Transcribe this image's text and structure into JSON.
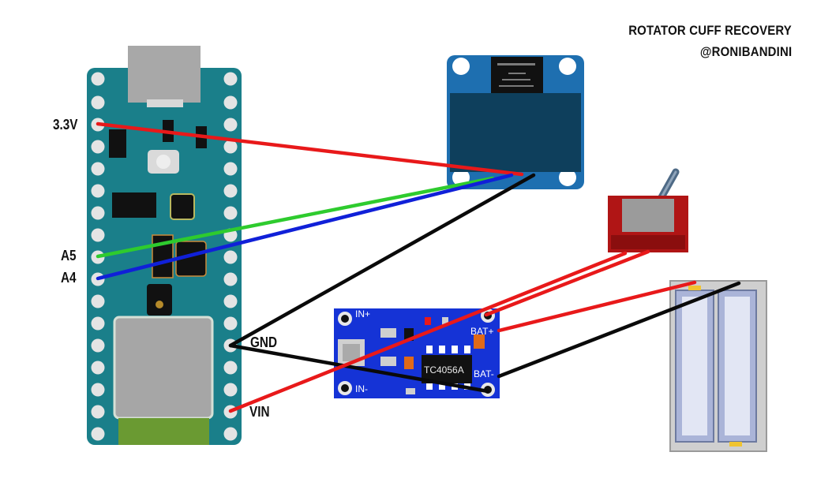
{
  "header": {
    "title_line1": "ROTATOR CUFF RECOVERY",
    "title_line2": "@RONIBANDINI"
  },
  "arduino": {
    "pins": {
      "v33": "3.3V",
      "a5": "A5",
      "a4": "A4",
      "gnd": "GND",
      "vin": "VIN"
    }
  },
  "charger": {
    "chip_label": "TC4056A",
    "in_plus": "IN+",
    "in_minus": "IN-",
    "bat_plus": "BAT+",
    "bat_minus": "BAT-"
  },
  "colors": {
    "board_teal": "#1a7f8a",
    "charger_blue": "#1533d6",
    "oled_blue": "#1e6fb0",
    "wire_red": "#e8191a",
    "wire_green": "#2ecb2e",
    "wire_blue": "#1020d8",
    "wire_black": "#0a0a0a",
    "switch_red": "#b01515"
  },
  "icons": [
    "arduino-nano-board",
    "oled-display",
    "tp4056-charger-module",
    "toggle-switch",
    "battery-holder"
  ]
}
